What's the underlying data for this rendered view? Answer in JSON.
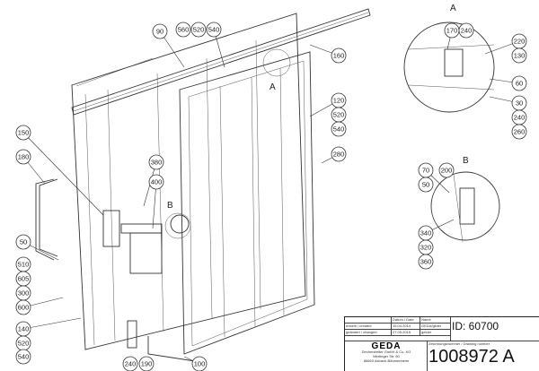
{
  "drawing": {
    "detail_labels": {
      "a": "A",
      "b": "B",
      "a_main": "A",
      "b_main": "B"
    },
    "callouts": [
      "90",
      "560",
      "520",
      "540",
      "160",
      "120",
      "520",
      "540",
      "280",
      "150",
      "180",
      "380",
      "400",
      "50",
      "510",
      "605",
      "300",
      "600",
      "140",
      "520",
      "540",
      "240",
      "190",
      "100",
      "170",
      "240",
      "220",
      "130",
      "60",
      "30",
      "240",
      "260",
      "70",
      "200",
      "50",
      "340",
      "320",
      "360"
    ]
  },
  "title_block": {
    "date_header": "Datum / Date",
    "name_header": "Name",
    "created_label": "erstellt / created",
    "created_date": "15.04.2014",
    "created_name": "GEDA/gilder",
    "changed_label": "geändert / changed",
    "changed_date": "27.05.2015",
    "changed_name": "gelder",
    "id": "ID: 60700",
    "drawing_number_label": "Zeichnungsnummer / Drawing number",
    "drawing_number": "1008972 A",
    "company_logo": "GEDA",
    "company_name": "Dechentreiter GmbH & Co. KG",
    "company_street": "Mertinger Str. 60",
    "company_city": "86663 Asbach-Bäumenheim"
  }
}
